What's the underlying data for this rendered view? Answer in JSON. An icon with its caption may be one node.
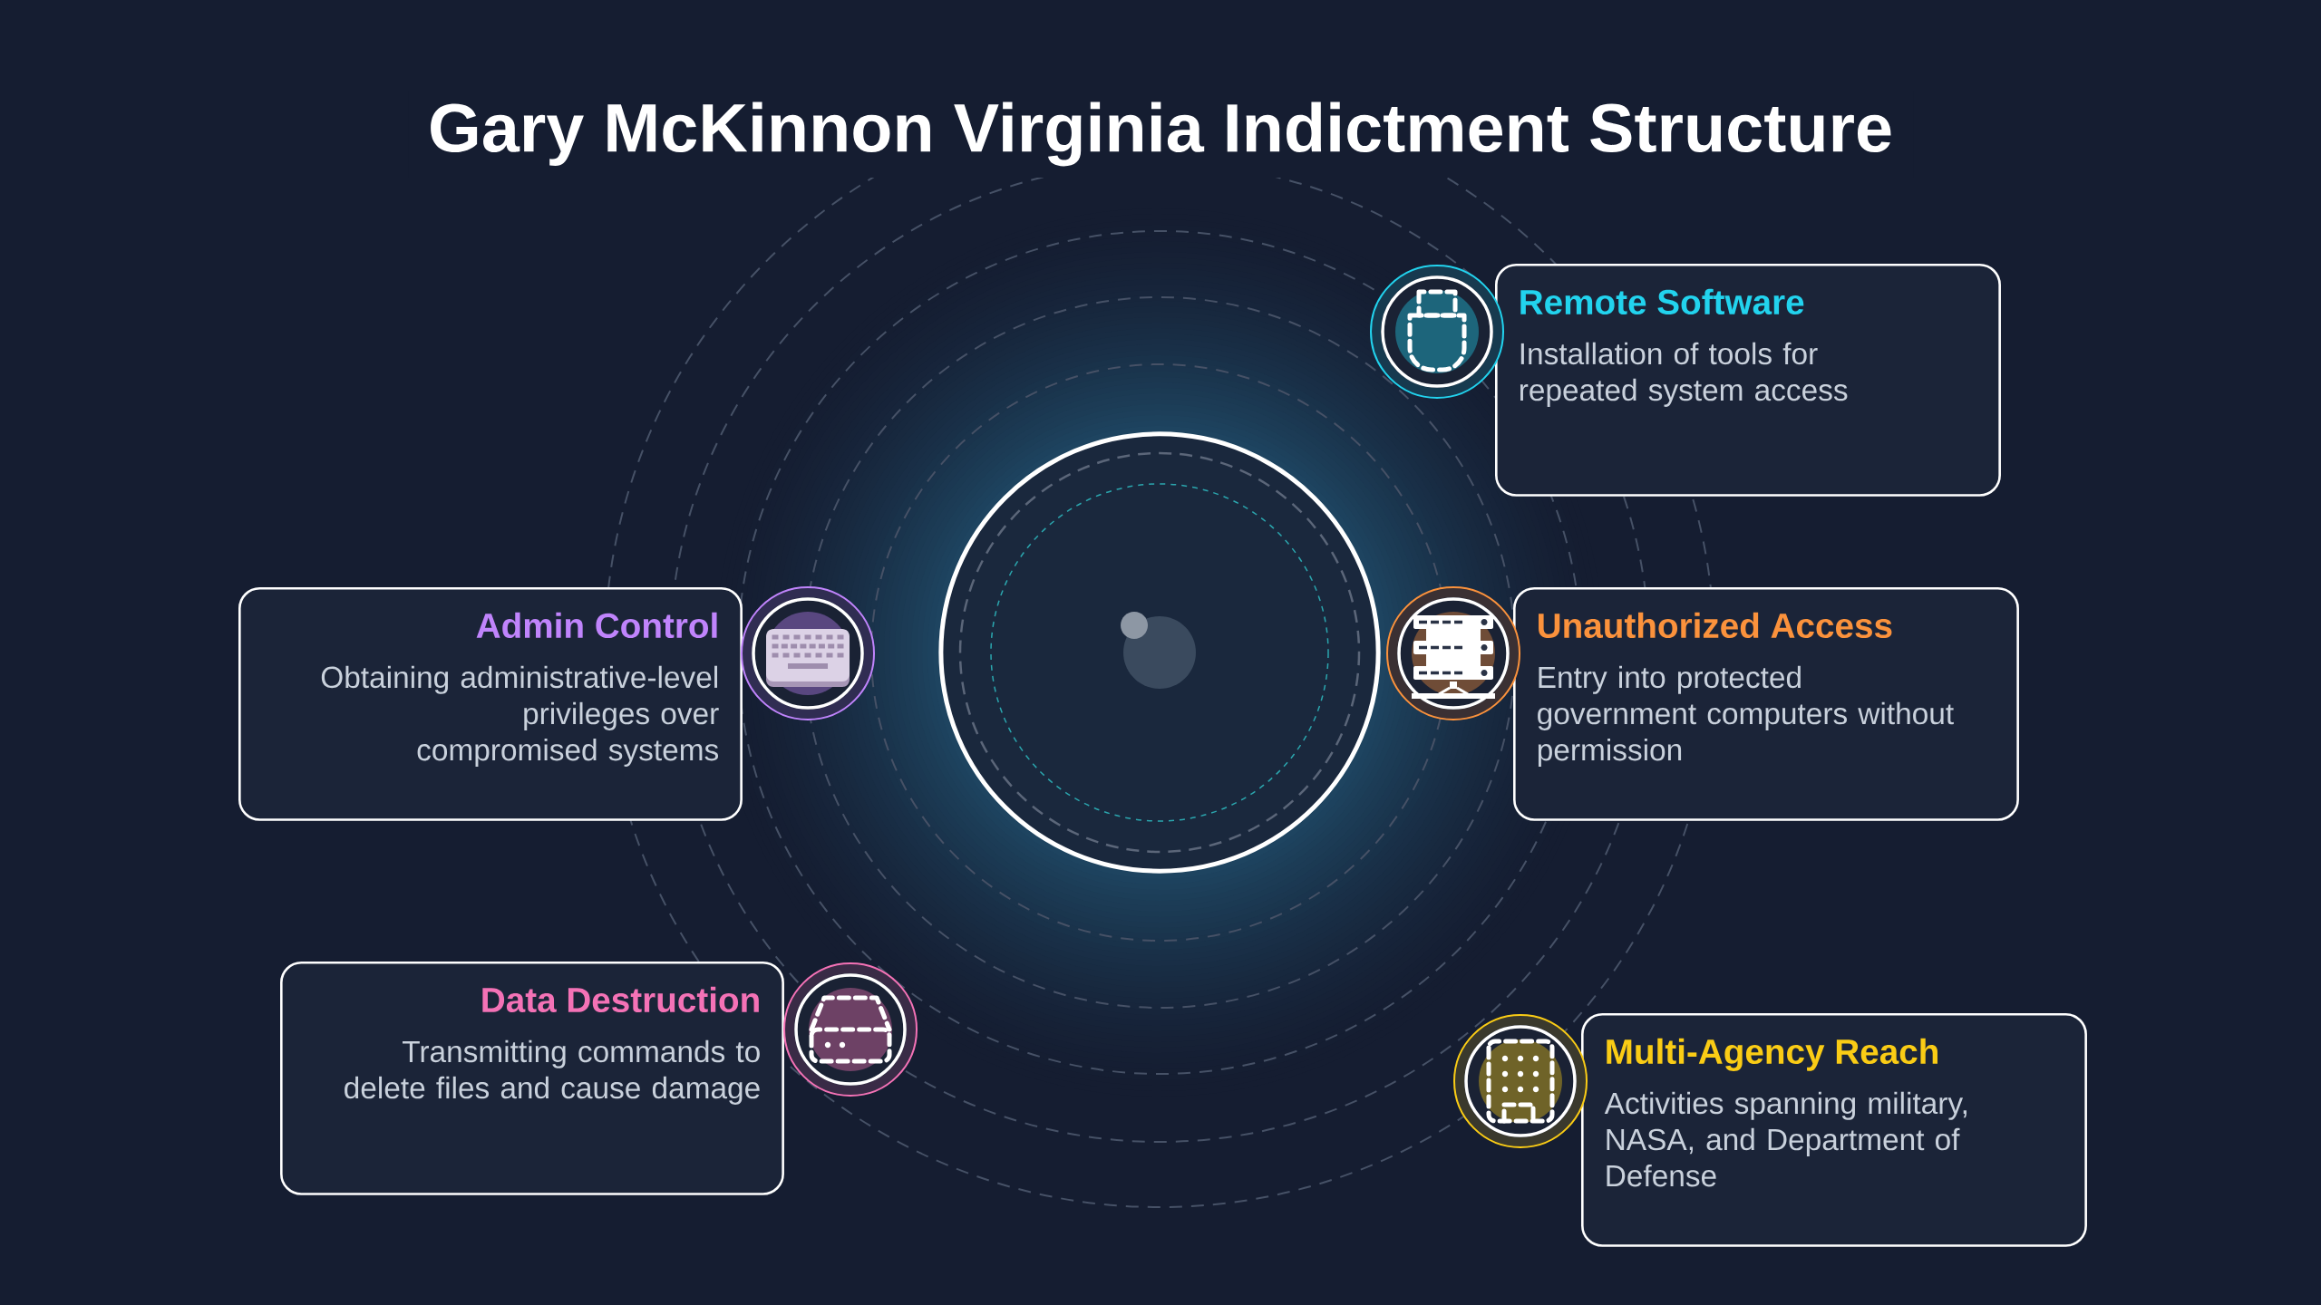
{
  "diagram": {
    "title": "Gary McKinnon Virginia Indictment Structure",
    "nodes": [
      {
        "text": [
          "Remote Software",
          "Installation of tools for repeated system access"
        ]
      },
      {
        "text": [
          "Admin Control",
          "Obtaining administrative-level privileges over compromised systems"
        ]
      },
      {
        "text": [],
        "shape": "circle"
      },
      {
        "text": [
          "Unauthorized Access",
          "Entry into protected government computers without permission"
        ]
      },
      {
        "text": [
          "Data Destruction",
          "Transmitting commands to delete files and cause damage"
        ]
      },
      {
        "text": [
          "Multi-Agency Reach",
          "Activities spanning military, NASA, and Department of Defense"
        ]
      }
    ]
  }
}
